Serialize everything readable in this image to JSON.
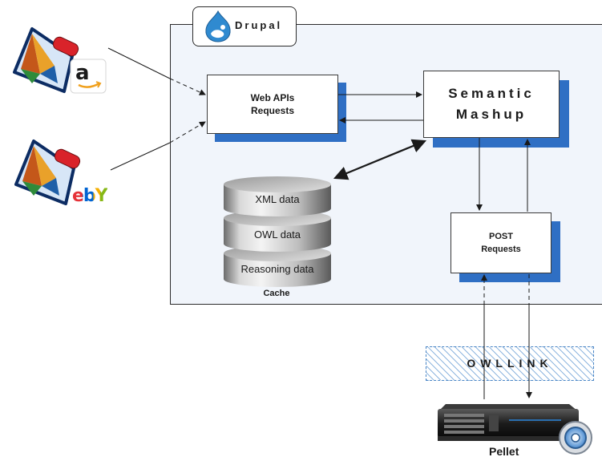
{
  "drupal": {
    "label": "Drupal"
  },
  "web_apis_box": {
    "line1": "Web APIs",
    "line2": "Requests"
  },
  "semantic_box": {
    "line1": "Semantic",
    "line2": "Mashup"
  },
  "post_box": {
    "line1": "POST",
    "line2": "Requests"
  },
  "cache": {
    "layers": [
      "XML data",
      "OWL data",
      "Reasoning data"
    ],
    "label": "Cache"
  },
  "owllink": {
    "label": "OWLLINK"
  },
  "pellet": {
    "label": "Pellet"
  },
  "sources": {
    "amazon": {
      "logo_text": "a"
    },
    "ebay": {
      "logo_text": "ebY"
    }
  },
  "colors": {
    "container_bg": "#f1f5fb",
    "shadow_blue": "#2f6fc4",
    "hatch_blue": "#8fb6df"
  }
}
